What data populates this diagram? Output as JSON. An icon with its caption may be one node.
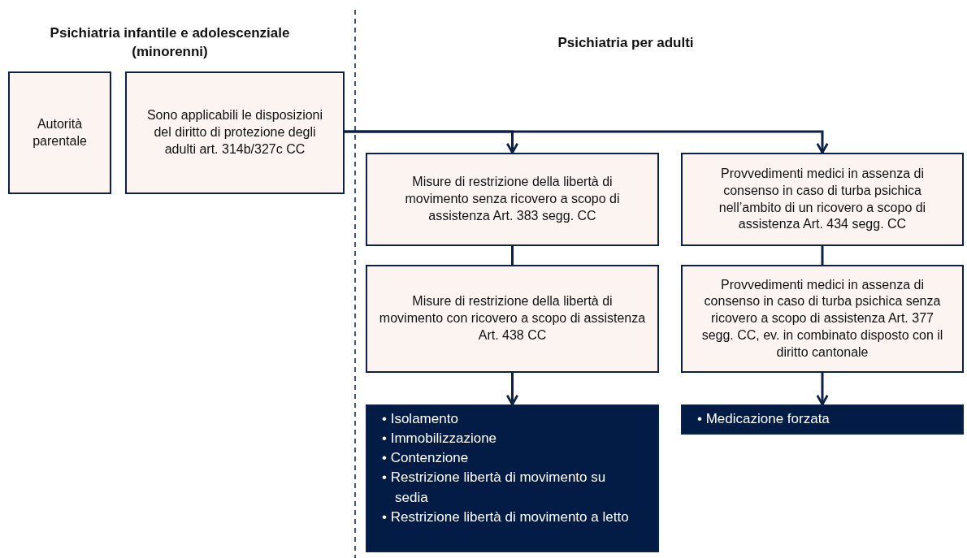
{
  "diagram": {
    "nodes": [
      {
        "text": [
          "Autorità parentale"
        ]
      },
      {
        "text": [
          "Sono applicabili le disposizioni del diritto di protezione degli adulti art. 314b/327c CC"
        ]
      },
      {
        "text": [
          "Misure di restrizione della libertà di movimento senza ricovero a scopo di assistenza Art. 383 segg. CC"
        ]
      },
      {
        "text": [
          "Provvedimenti medici in assenza di consenso in caso di turba psichica nell’ambito di un ricovero a scopo di assistenza Art. 434 segg. CC"
        ]
      },
      {
        "text": [
          "Misure di restrizione della libertà di movimento con ricovero a scopo di assistenza",
          "Art. 438 CC"
        ]
      },
      {
        "text": [
          "Provvedimenti medici in assenza di consenso in caso di turba psichica senza ricovero a scopo di assistenza Art. 377 segg. CC, ev. in combinato disposto con il diritto cantonale"
        ]
      },
      {
        "text": [
          "• Isolamento",
          "• Immobilizzazione",
          "• Contenzione",
          "• Restrizione libertà di movimento su sedia",
          "• Restrizione libertà di movimento a letto"
        ]
      },
      {
        "text": [
          "• Medicazione forzata"
        ]
      }
    ],
    "edges": [
      {
        "from": 1,
        "to": 2,
        "arrow": "to"
      },
      {
        "from": 1,
        "to": 3,
        "arrow": "to"
      },
      {
        "from": 2,
        "to": 4,
        "arrow": "none"
      },
      {
        "from": 3,
        "to": 5,
        "arrow": "none"
      },
      {
        "from": 4,
        "to": 6,
        "arrow": "to"
      },
      {
        "from": 5,
        "to": 7,
        "arrow": "to"
      }
    ],
    "labels": [
      "Psichiatria infantile e adolescenziale (minorenni)",
      "Psichiatria per adulti"
    ]
  }
}
